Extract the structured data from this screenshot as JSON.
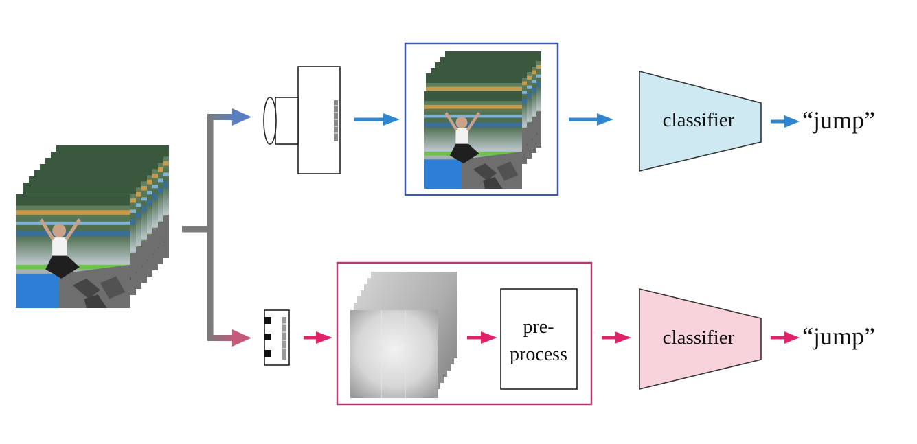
{
  "top_branch": {
    "classifier_label": "classifier",
    "output_label": "“jump”"
  },
  "bottom_branch": {
    "preprocess_label_line1": "pre-",
    "preprocess_label_line2": "process",
    "classifier_label": "classifier",
    "output_label": "“jump”"
  },
  "colors": {
    "top_arrow": "#2f86cf",
    "bottom_arrow": "#e0226a",
    "top_frame": "#3c5aa8",
    "bottom_frame": "#b53a78",
    "top_classifier_fill": "#cfe9f3",
    "bottom_classifier_fill": "#f8d3dc",
    "splitter_gray": "#7a7a7a"
  }
}
